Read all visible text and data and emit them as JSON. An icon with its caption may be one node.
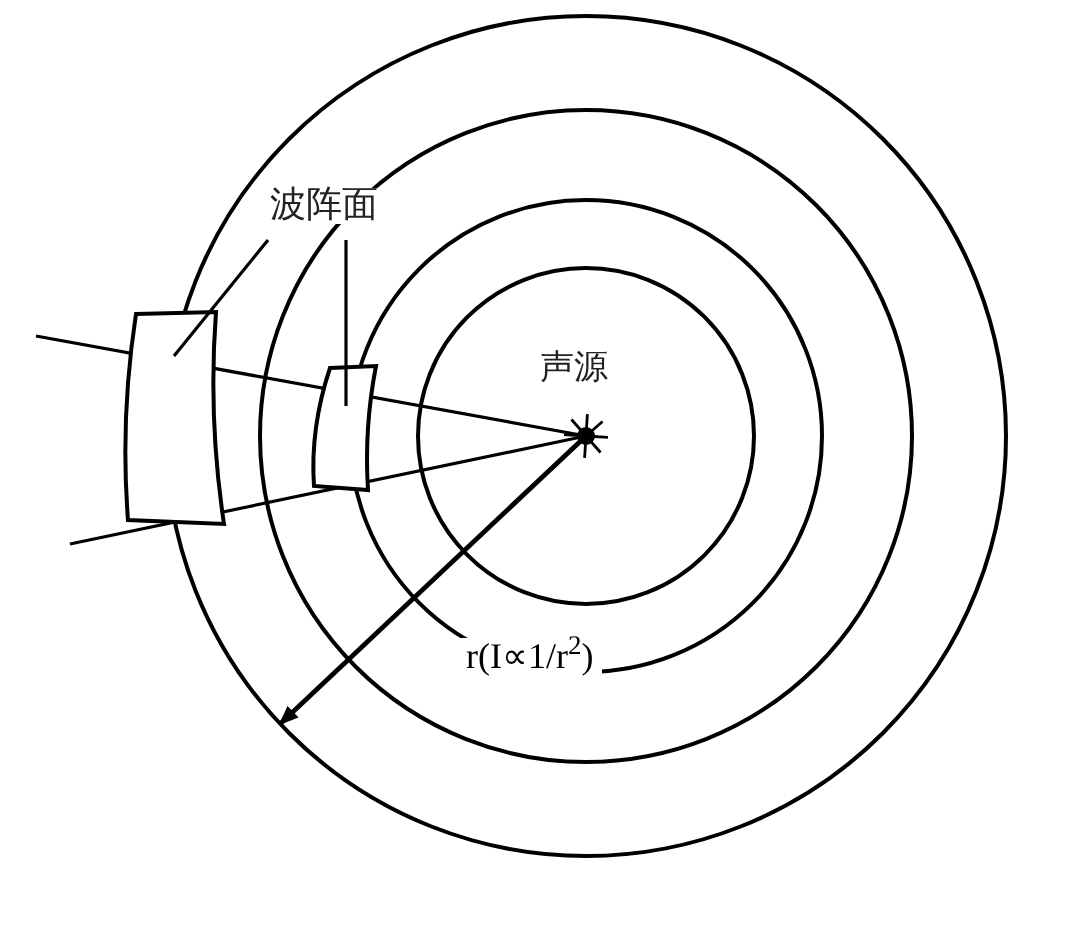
{
  "diagram": {
    "nodes": [
      {
        "text": [
          "波阵面"
        ]
      },
      {
        "text": [],
        "shape": "box"
      },
      {
        "text": [],
        "shape": "box"
      }
    ],
    "edges": [
      {
        "from": 0,
        "to": 1,
        "arrow": "none"
      },
      {
        "from": 0,
        "to": 2,
        "arrow": "none"
      }
    ],
    "labels": [
      "声源",
      "r(I∝1/r$^{2}$)"
    ]
  }
}
